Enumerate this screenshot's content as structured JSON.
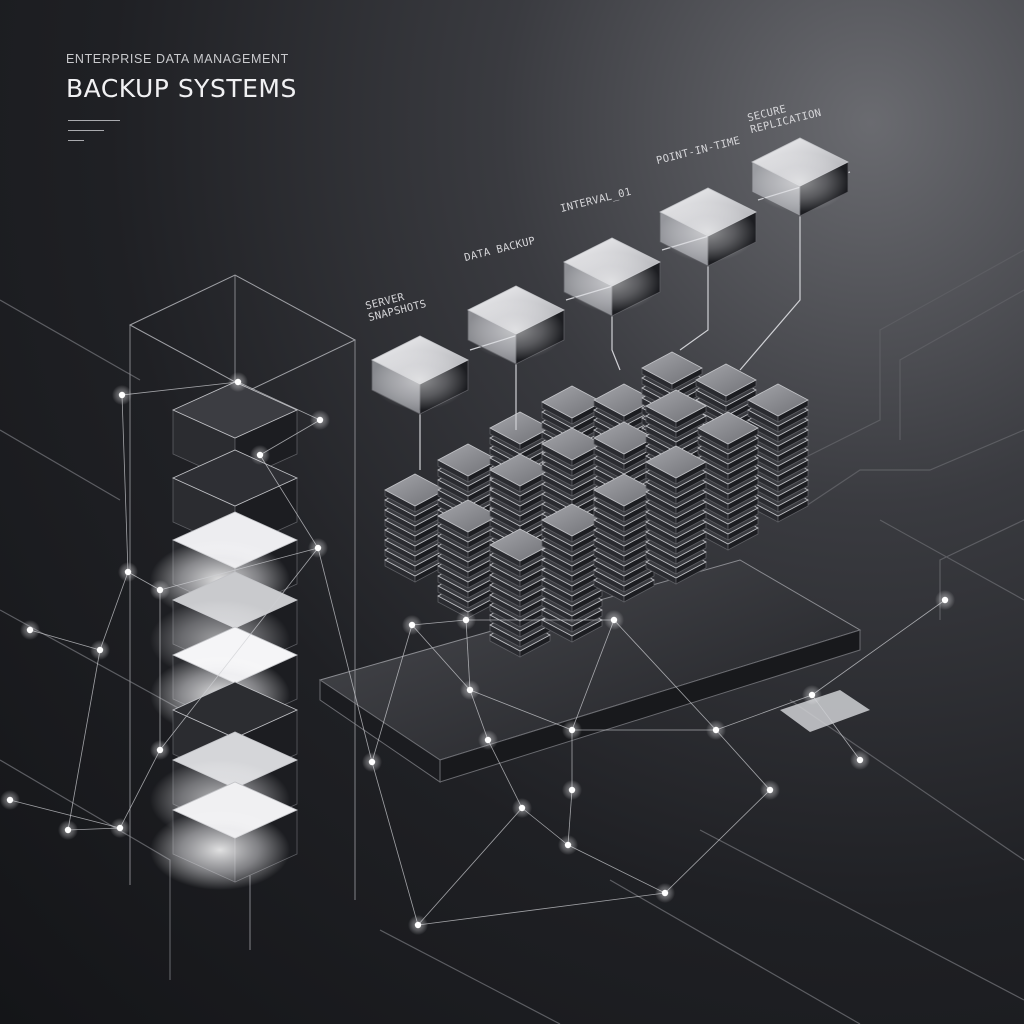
{
  "header": {
    "eyebrow": "ENTERPRISE DATA MANAGEMENT",
    "title": "BACKUP SYSTEMS"
  },
  "stages": [
    {
      "label": "SERVER\nSNAPSHOTS"
    },
    {
      "label": "DATA BACKUP"
    },
    {
      "label": "INTERVAL_01"
    },
    {
      "label": "POINT-IN-TIME"
    },
    {
      "label": "SECURE\nREPLICATION"
    }
  ],
  "colors": {
    "accent_glow": "#ffffff",
    "stack_dark": "#2a2b30",
    "stack_top": "#8c8d92",
    "line": "#bfc0c4"
  }
}
